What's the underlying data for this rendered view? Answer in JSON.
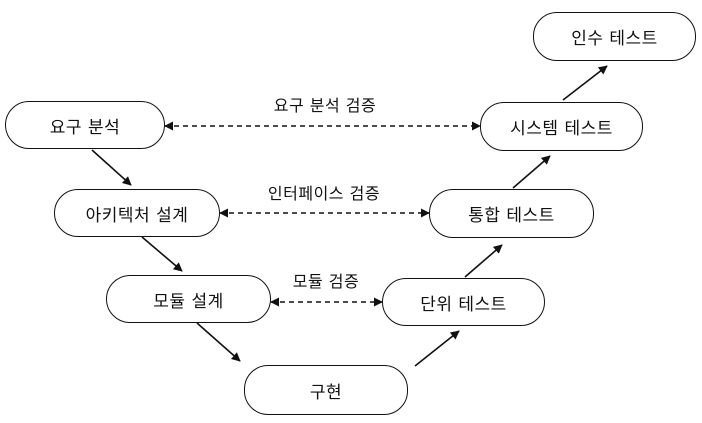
{
  "nodes": {
    "requirements_analysis": "요구 분석",
    "architecture_design": "아키텍처 설계",
    "module_design": "모듈 설계",
    "implementation": "구현",
    "unit_test": "단위 테스트",
    "integration_test": "통합 테스트",
    "system_test": "시스템 테스트",
    "acceptance_test": "인수 테스트"
  },
  "verification_links": {
    "requirements": "요구 분석 검증",
    "interface": "인터페이스 검증",
    "module": "모듈 검증"
  }
}
